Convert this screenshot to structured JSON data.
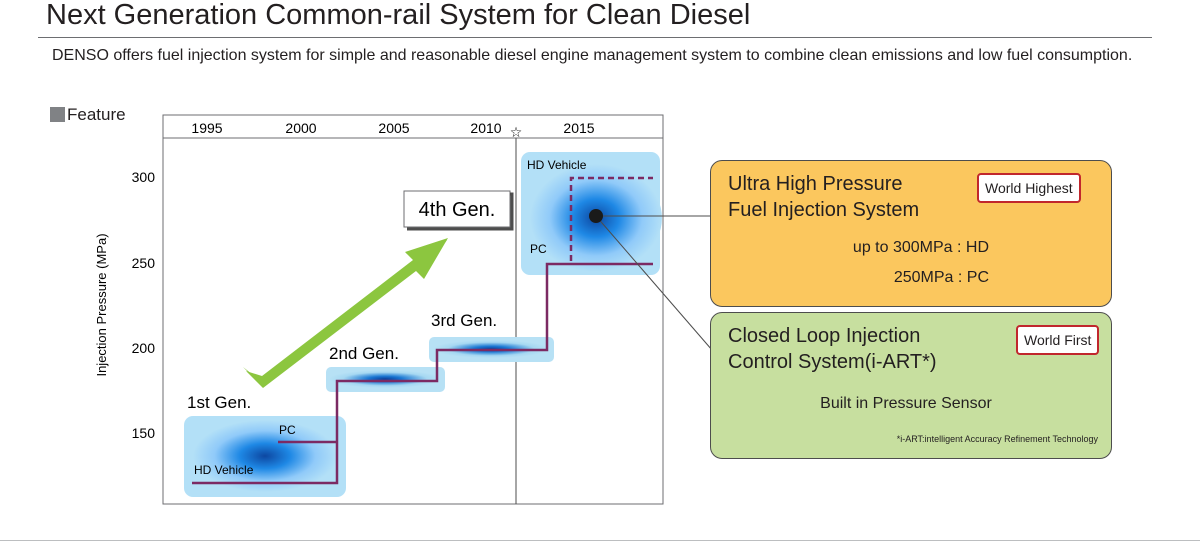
{
  "header": {
    "title": "Next Generation Common-rail System for Clean Diesel",
    "description": "DENSO offers fuel injection system for simple and reasonable diesel engine management system to combine clean emissions and low fuel consumption."
  },
  "section": {
    "label": "Feature"
  },
  "chart": {
    "y_axis_label": "Injection Pressure (MPa)",
    "y_ticks": [
      "300",
      "250",
      "200",
      "150"
    ],
    "x_ticks": [
      "1995",
      "2000",
      "2005",
      "2010",
      "2015"
    ],
    "star_symbol": "☆",
    "generations": {
      "gen1": "1st Gen.",
      "gen2": "2nd Gen.",
      "gen3": "3rd Gen.",
      "gen4": "4th Gen."
    },
    "small_labels": {
      "hd_vehicle_1": "HD Vehicle",
      "pc_1": "PC",
      "hd_vehicle_4": "HD Vehicle",
      "pc_4": "PC"
    },
    "colors": {
      "step_line": "#7c2a63",
      "glow_outer": "#a9daf5",
      "glow_inner": "#1565c0",
      "arrow": "#8cc63f"
    }
  },
  "cards": {
    "ultra": {
      "title_line1": "Ultra High Pressure",
      "title_line2": "Fuel Injection System",
      "badge": "World Highest",
      "detail1": "up to 300MPa : HD",
      "detail2": "250MPa : PC",
      "color": "#fbc75e"
    },
    "closed": {
      "title_line1": "Closed Loop Injection",
      "title_line2": "Control System(i-ART*)",
      "badge": "World First",
      "detail": "Built in Pressure Sensor",
      "footnote": "*i-ART:intelligent Accuracy Refinement Technology",
      "color": "#c7df9f"
    },
    "badge_border": "#c1272d"
  }
}
